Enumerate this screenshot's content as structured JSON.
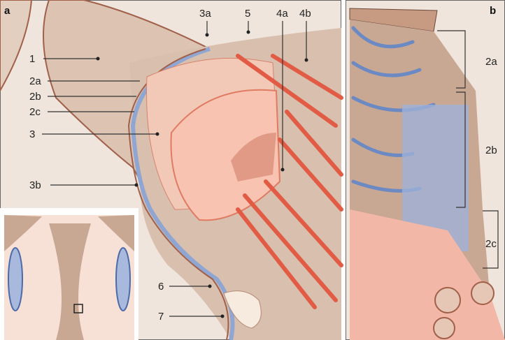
{
  "panel_a": {
    "panel_label": "a",
    "labels": {
      "l1": "1",
      "l2a": "2a",
      "l2b": "2b",
      "l2c": "2c",
      "l3": "3",
      "l3a": "3a",
      "l3b": "3b",
      "l4a": "4a",
      "l4b": "4b",
      "l5": "5",
      "l6": "6",
      "l7": "7"
    }
  },
  "panel_b": {
    "panel_label": "b",
    "labels": {
      "l2a": "2a",
      "l2b": "2b",
      "l2c": "2c"
    }
  },
  "colors": {
    "background": "#efe5dc",
    "tan": "#c9a893",
    "blue": "#6b89c2",
    "red": "#e06a55",
    "pink": "#f6c8b6",
    "border": "#555555"
  }
}
